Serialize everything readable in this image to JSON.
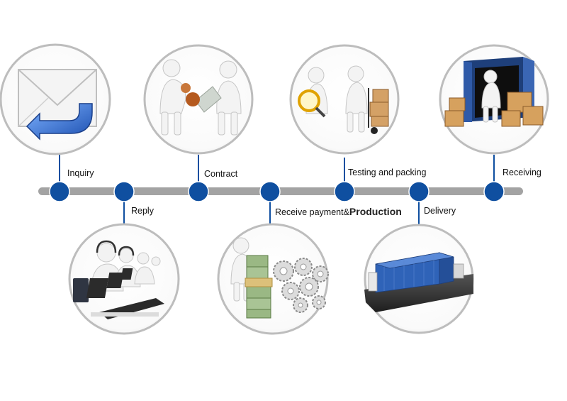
{
  "colors": {
    "timeline": "#a3a3a3",
    "node": "#0f4fa0",
    "circle_border": "#bdbdbd",
    "circle_fill": "#ffffff"
  },
  "steps": [
    {
      "label": "Inquiry",
      "icon": "envelope-reply-icon"
    },
    {
      "label": "Reply",
      "icon": "call-center-icon"
    },
    {
      "label": "Contract",
      "icon": "contract-handshake-icon"
    },
    {
      "label": "Receive payment",
      "label_connector": "&",
      "label_extra": "Production",
      "icon": "money-gears-icon"
    },
    {
      "label": "Testing and packing",
      "icon": "inspection-packing-icon"
    },
    {
      "label": "Delivery",
      "icon": "cargo-ship-icon"
    },
    {
      "label": "Receiving",
      "icon": "warehouse-container-icon"
    }
  ]
}
